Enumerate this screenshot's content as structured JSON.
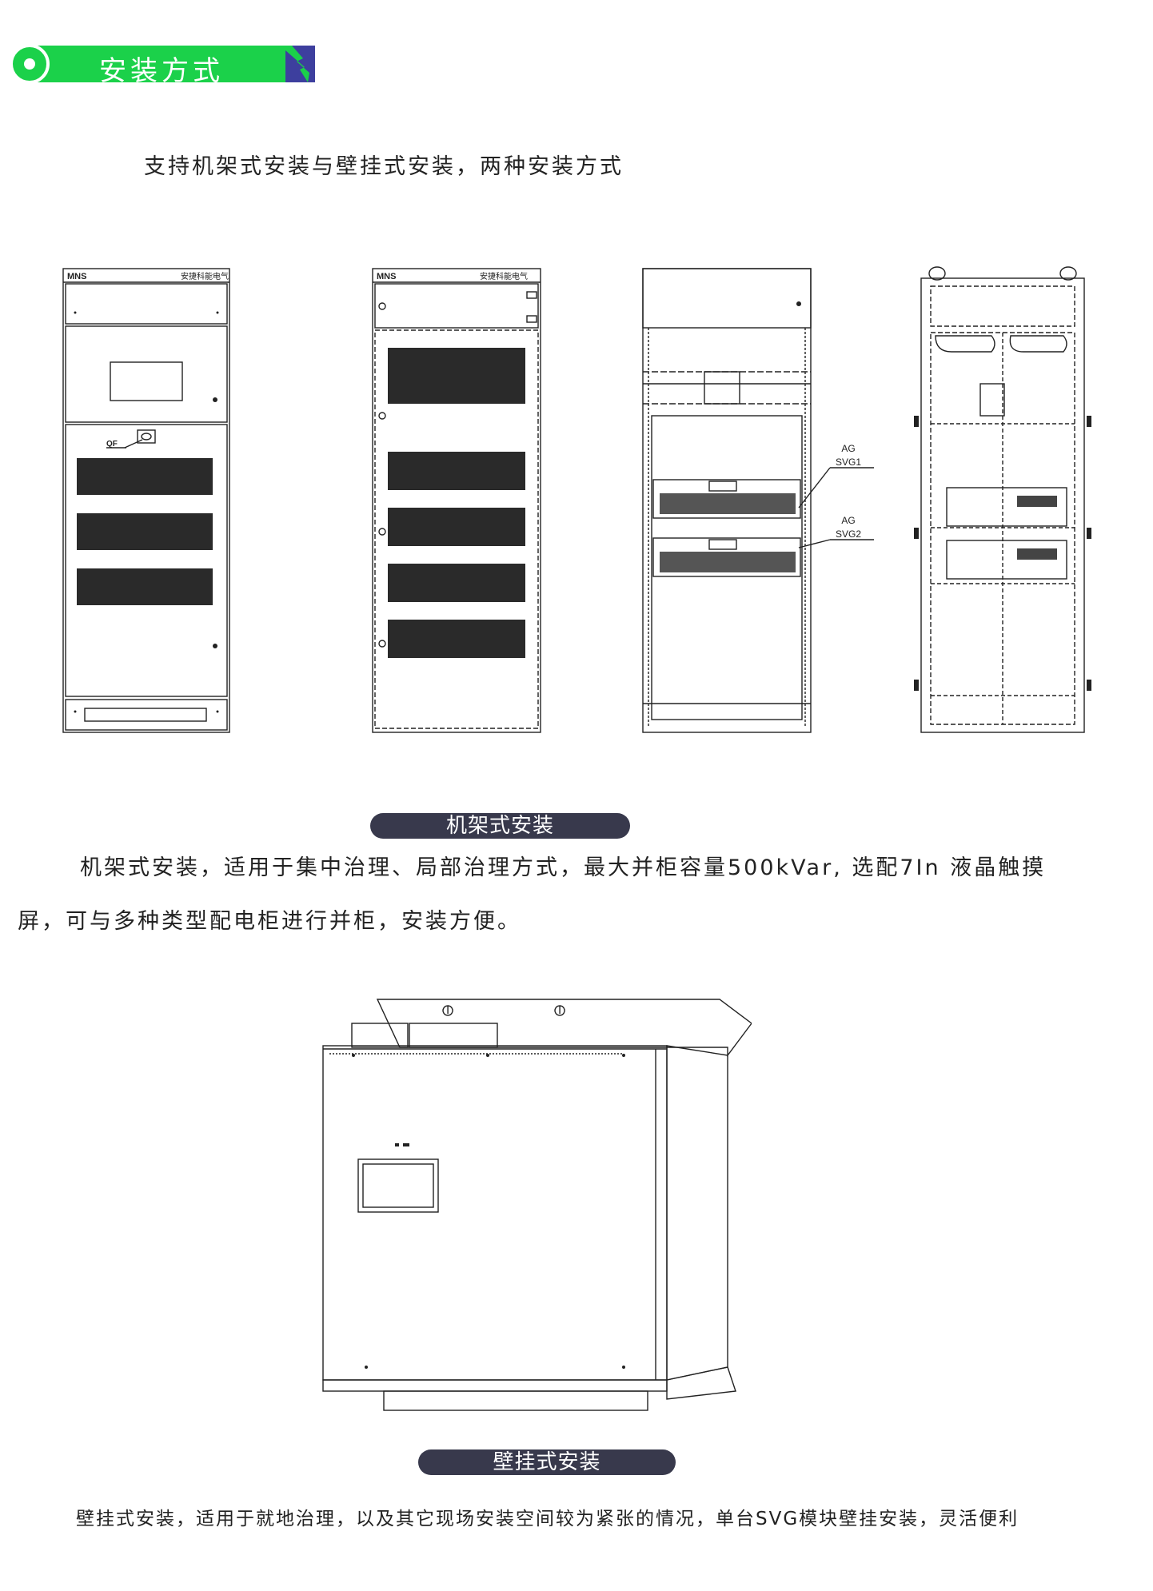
{
  "header": {
    "title": "安装方式"
  },
  "intro": "支持机架式安装与壁挂式安装，两种安装方式",
  "cabinet1": {
    "brand": "MNS",
    "company": "安捷科能电气",
    "switch_label": "QF"
  },
  "cabinet2": {
    "brand": "MNS",
    "company": "安捷科能电气"
  },
  "cabinet3": {
    "callout1_line1": "AG",
    "callout1_line2": "SVG1",
    "callout2_line1": "AG",
    "callout2_line2": "SVG2"
  },
  "rack_section": {
    "label": "机架式安装",
    "description_line1": "机架式安装，适用于集中治理、局部治理方式，最大并柜容量500kVar, 选配7In 液晶触摸",
    "description_line2": "屏，可与多种类型配电柜进行并柜，安装方便。"
  },
  "wall_section": {
    "label": "壁挂式安装",
    "description": "壁挂式安装，适用于就地治理，以及其它现场安装空间较为紧张的情况，单台SVG模块壁挂安装，灵活便利"
  }
}
